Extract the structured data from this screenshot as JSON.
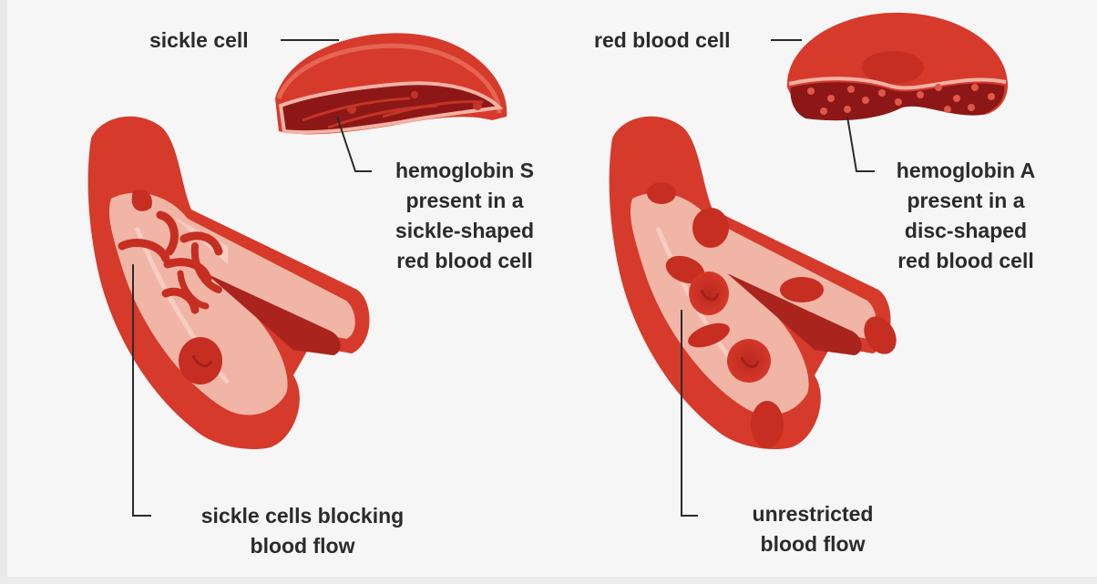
{
  "labels": {
    "sickle_cell": "sickle cell",
    "red_blood_cell": "red blood cell",
    "hemoglobin_s": [
      "hemoglobin S",
      "present in a",
      "sickle-shaped",
      "red blood cell"
    ],
    "hemoglobin_a": [
      "hemoglobin A",
      "present in a",
      "disc-shaped",
      "red blood cell"
    ],
    "blocked_flow": [
      "sickle cells blocking",
      "blood flow"
    ],
    "unrestricted_flow": [
      "unrestricted",
      "blood flow"
    ]
  },
  "colors": {
    "background": "#f6f6f6",
    "vessel_wall": "#d63a2b",
    "vessel_wall_dark": "#a8241c",
    "vessel_inner": "#f1b5a6",
    "vessel_inner_light": "#f6cdc2",
    "cell": "#d8392a",
    "cell_dark": "#8f1616",
    "leader_line": "#2b2b2b"
  }
}
